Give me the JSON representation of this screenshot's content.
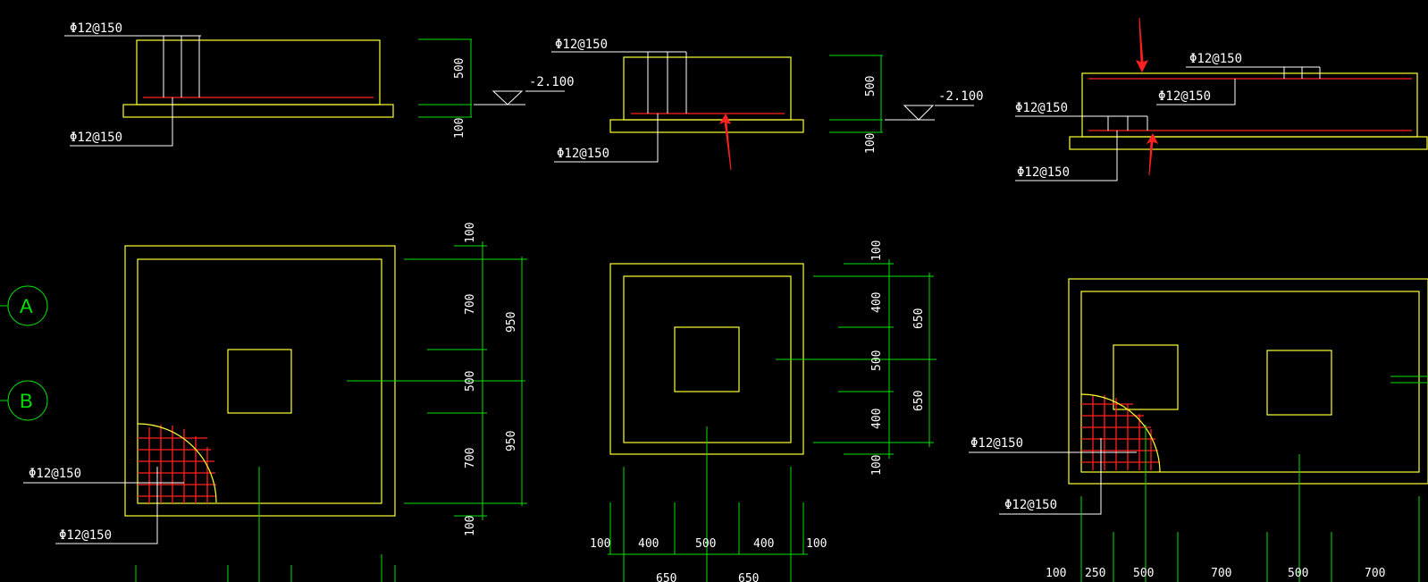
{
  "labels": {
    "rebar": "Φ12@150",
    "elevation": "-2.100",
    "elevation_b": "-2.100"
  },
  "axes": {
    "a": "A",
    "b": "B"
  },
  "dims": {
    "d500": "500",
    "d100": "100",
    "d700": "700",
    "d950": "950",
    "d400": "400",
    "d650": "650",
    "d250": "250"
  },
  "colors": {
    "outline": "#ffff33",
    "leader": "#ffffff",
    "dimension": "#00e000",
    "rebar_marker": "#ff2020"
  }
}
